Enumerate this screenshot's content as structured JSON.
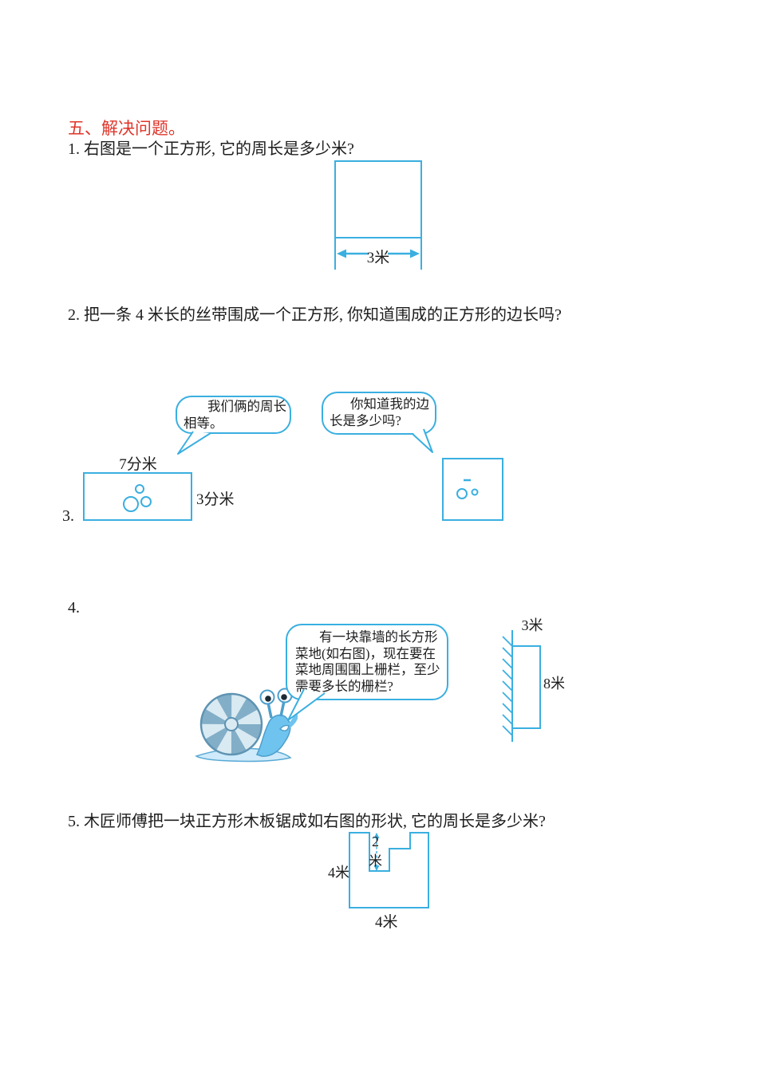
{
  "colors": {
    "accent": "#3aafe0",
    "heading_red": "#df3429",
    "text": "#1d1d1d"
  },
  "section": {
    "heading": "五、解决问题。"
  },
  "p1": {
    "text": "1. 右图是一个正方形, 它的周长是多少米?",
    "figure": {
      "side_label": "3米"
    }
  },
  "p2": {
    "text": "2. 把一条 4 米长的丝带围成一个正方形, 你知道围成的正方形的边长吗?"
  },
  "p3": {
    "number": "3.",
    "bubble_left": {
      "line1": "我们俩的周长",
      "line2": "相等。"
    },
    "bubble_right": {
      "line1": "你知道我的边",
      "line2": "长是多少吗?"
    },
    "rect_top_label": "7分米",
    "rect_right_label": "3分米"
  },
  "p4": {
    "number": "4.",
    "bubble": [
      "有一块靠墙的长方形",
      "菜地(如右图)，现在要在",
      "菜地周围围上栅栏，至少",
      "需要多长的栅栏?"
    ],
    "garden_top_label": "3米",
    "garden_side_label": "8米"
  },
  "p5": {
    "text": "5. 木匠师傅把一块正方形木板锯成如右图的形状, 它的周长是多少米?",
    "notch_digit": "2",
    "notch_unit": "米",
    "left_label": "4米",
    "bottom_label": "4米"
  }
}
